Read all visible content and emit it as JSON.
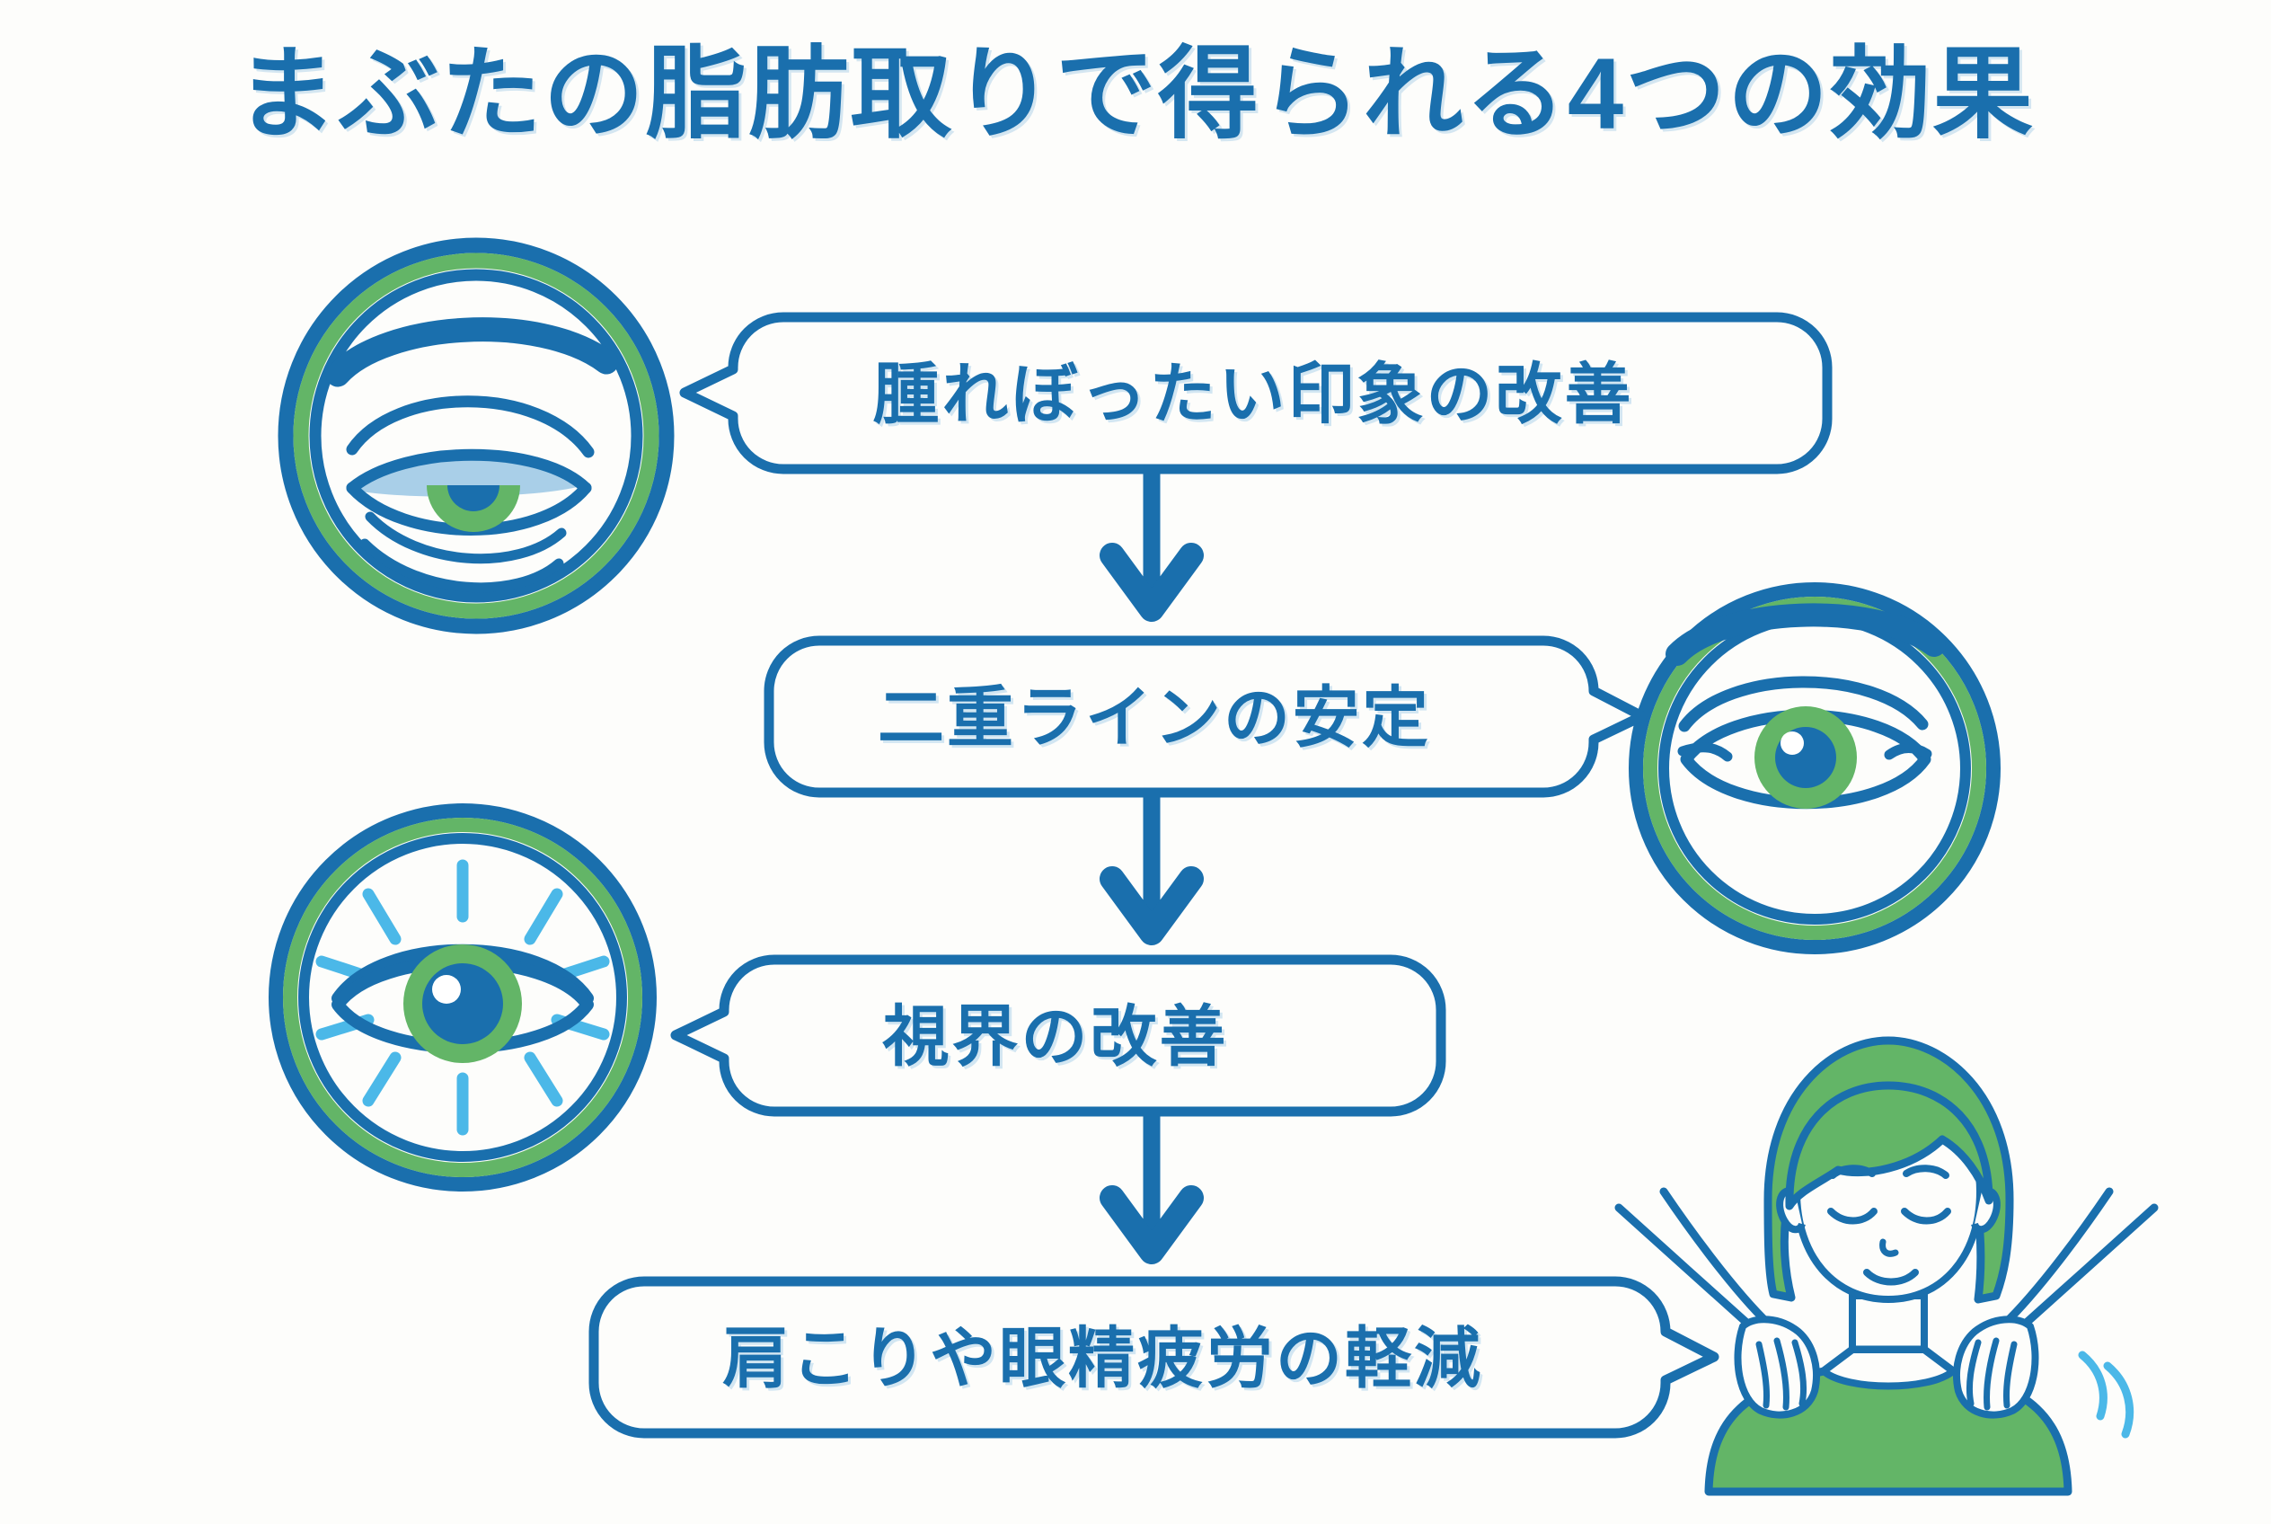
{
  "page": {
    "title": "まぶたの脂肪取りで得られる4つの効果",
    "background_color": "#fdfdfb",
    "accent_blue": "#1a6fad",
    "accent_green": "#63b567",
    "light_blue": "#4bb8e8",
    "pale_blue": "#a9cfe8"
  },
  "flow": {
    "steps": [
      {
        "id": "step-1",
        "label": "腫れぼったい印象の改善",
        "tail_direction": "left",
        "icon": "puffy-eyelid-eye-icon"
      },
      {
        "id": "step-2",
        "label": "二重ラインの安定",
        "tail_direction": "right",
        "icon": "double-eyelid-eye-icon"
      },
      {
        "id": "step-3",
        "label": "視界の改善",
        "tail_direction": "left",
        "icon": "bright-eye-rays-icon"
      },
      {
        "id": "step-4",
        "label": "肩こりや眼精疲労の軽減",
        "tail_direction": "right",
        "icon": "woman-shoulder-massage-illustration"
      }
    ],
    "connector": "down-arrow",
    "connector_count": 3
  },
  "icons": {
    "puffy_eye": {
      "name": "puffy-eyelid-eye-icon",
      "description": "腫れぼったいまぶたの目"
    },
    "double_eyelid_eye": {
      "name": "double-eyelid-eye-icon",
      "description": "二重ラインのある目"
    },
    "bright_eye": {
      "name": "bright-eye-rays-icon",
      "description": "光が放射する明るい目"
    },
    "woman": {
      "name": "woman-shoulder-massage-illustration",
      "description": "肩をもむ女性"
    }
  }
}
